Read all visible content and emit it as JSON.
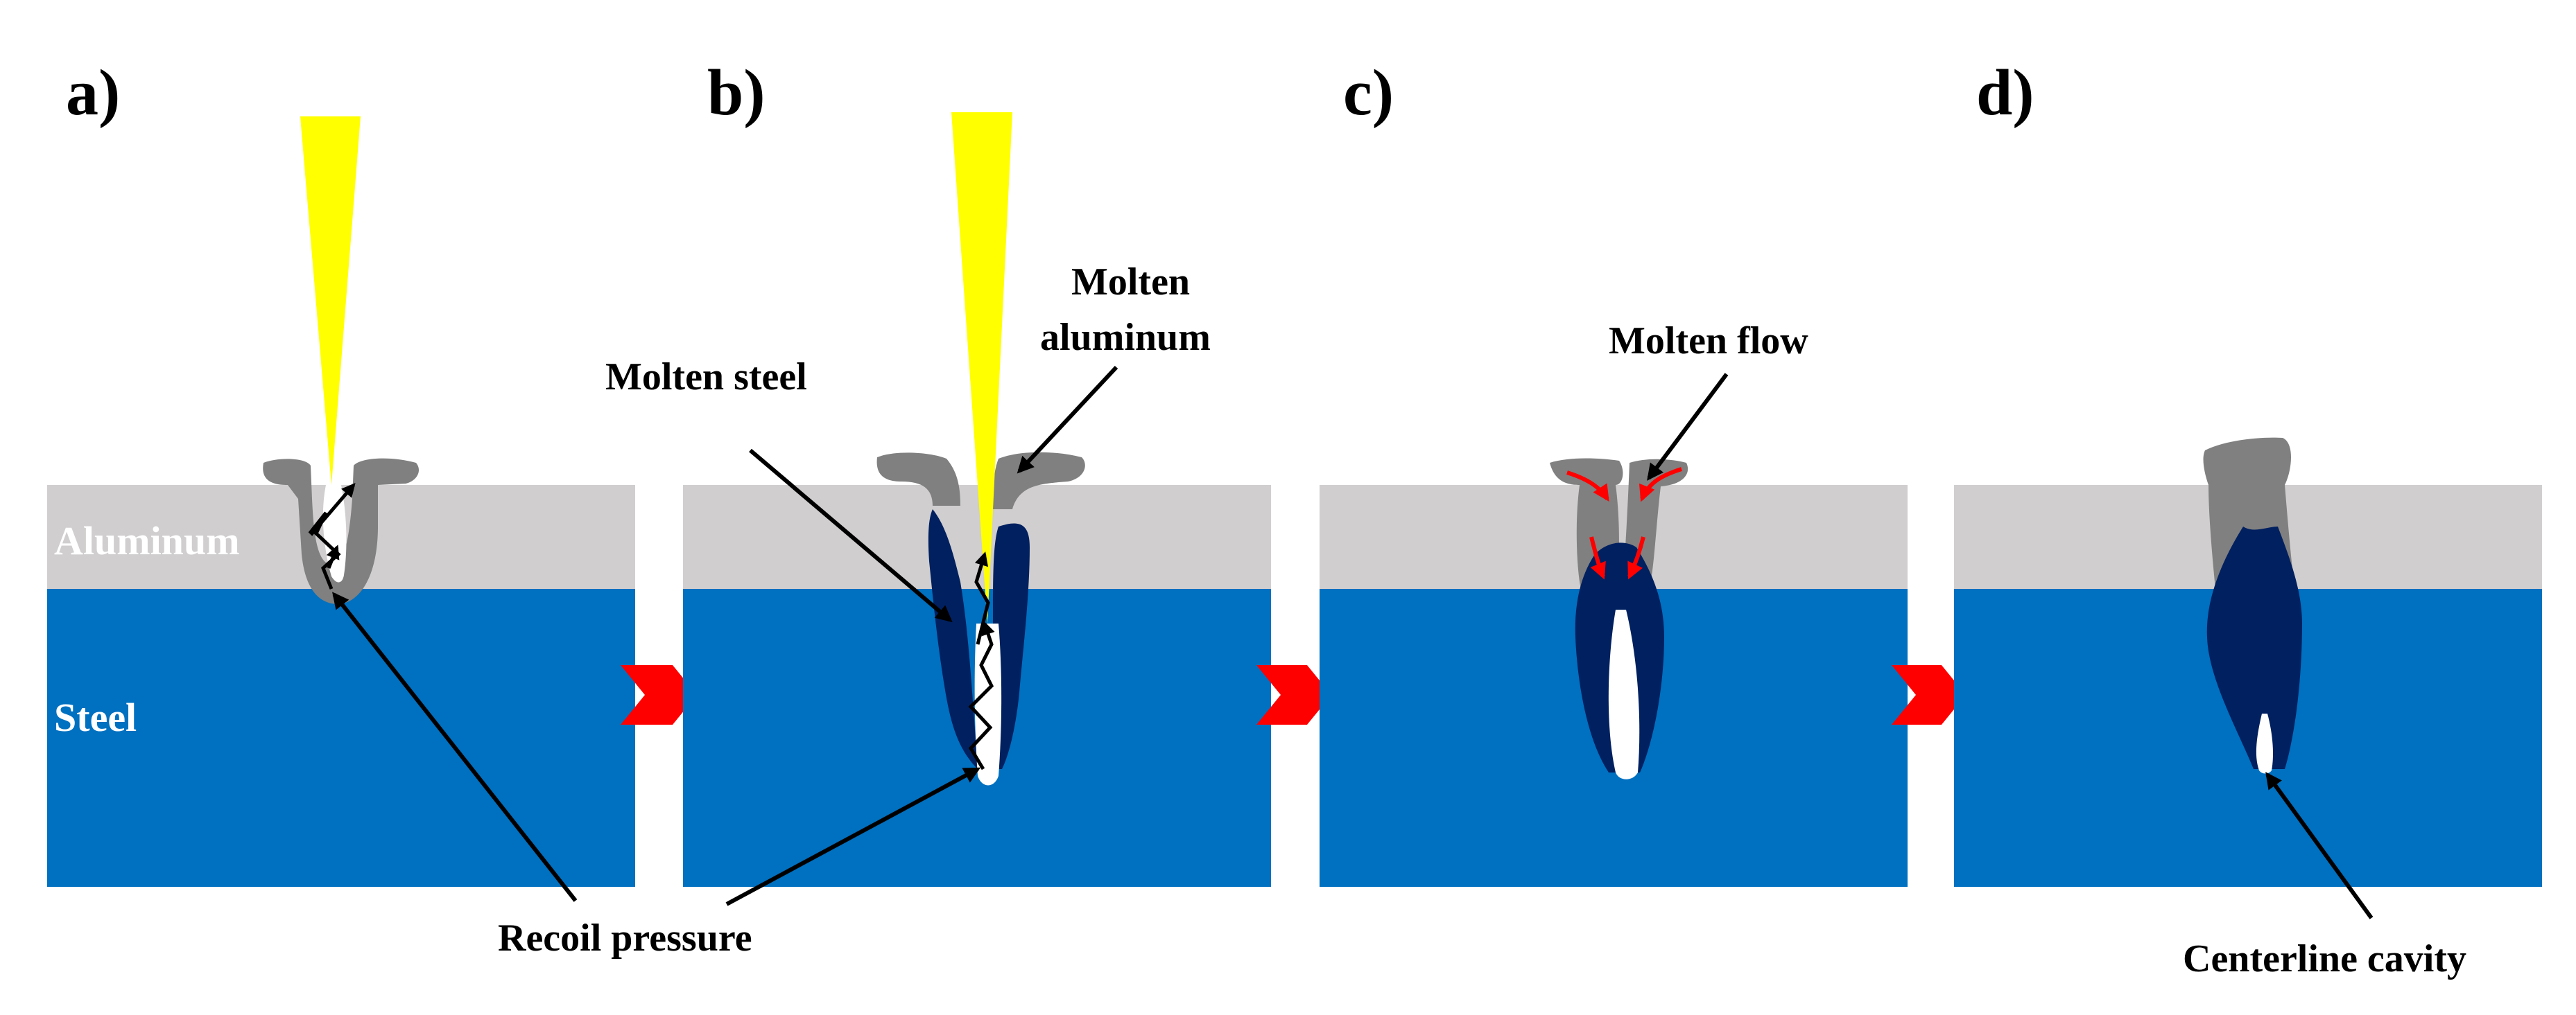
{
  "panels": [
    {
      "id": "a",
      "label": "a)"
    },
    {
      "id": "b",
      "label": "b)"
    },
    {
      "id": "c",
      "label": "c)"
    },
    {
      "id": "d",
      "label": "d)"
    }
  ],
  "layers": {
    "aluminum": "Aluminum",
    "steel": "Steel"
  },
  "callouts": {
    "molten_steel": "Molten steel",
    "molten_aluminum_line1": "Molten",
    "molten_aluminum_line2": "aluminum",
    "molten_flow": "Molten flow",
    "recoil_pressure": "Recoil pressure",
    "centerline_cavity": "Centerline cavity"
  },
  "colors": {
    "aluminum": "#d0cece",
    "steel": "#0070c0",
    "molten_aluminum": "#808080",
    "molten_steel": "#002060",
    "laser_beam": "#ffff00",
    "keyhole": "#ffffff",
    "process_arrow": "#ff0000",
    "molten_flow_arrow": "#ff0000"
  }
}
